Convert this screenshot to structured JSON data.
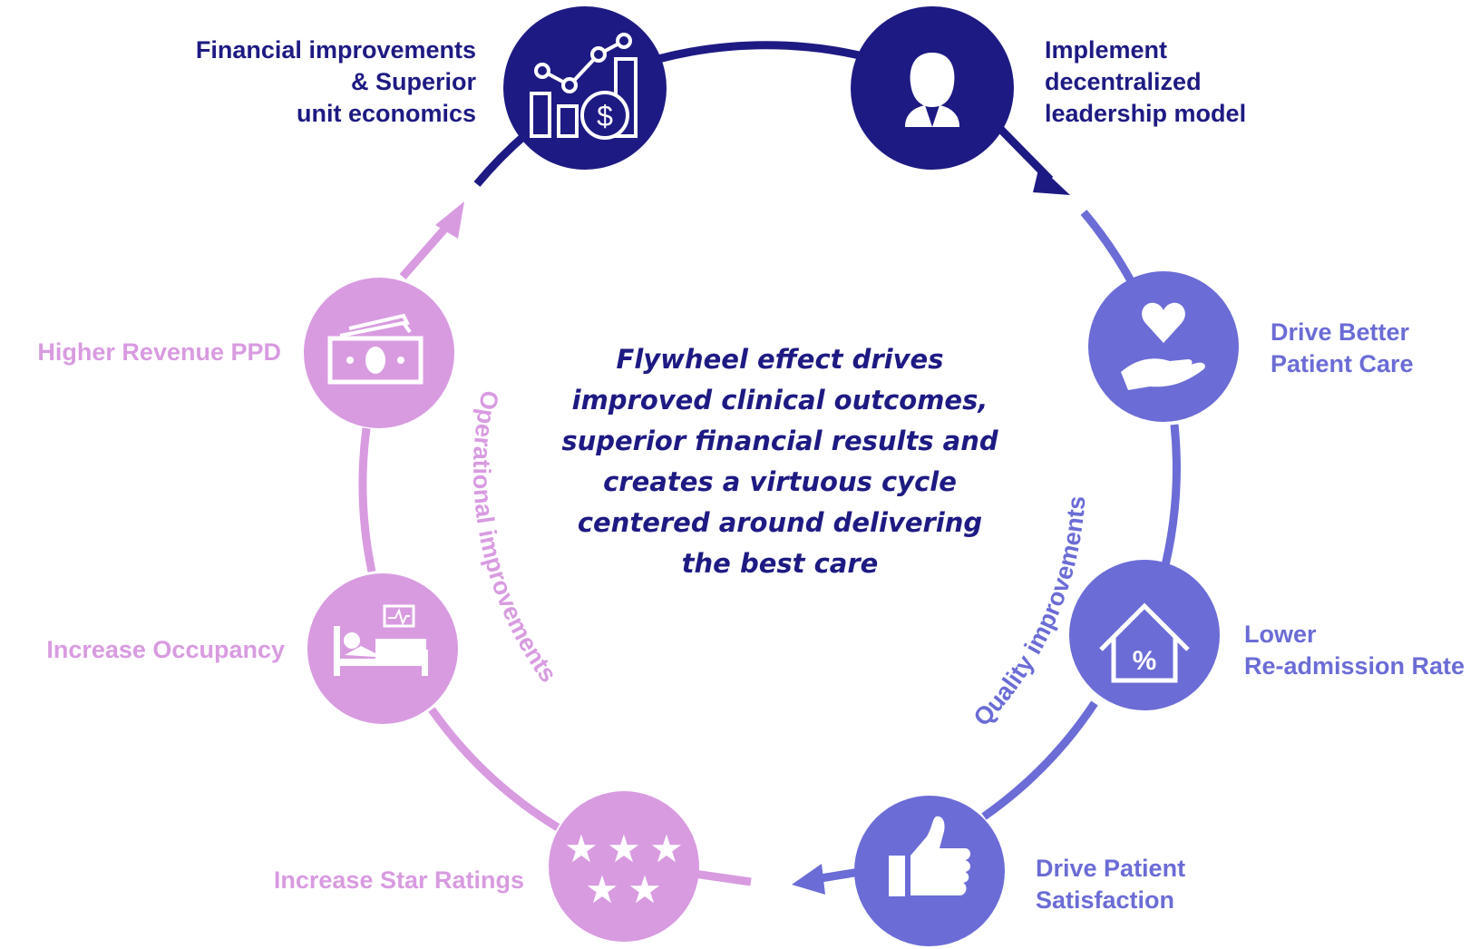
{
  "center_text": [
    "Flywheel effect drives",
    "improved clinical outcomes,",
    "superior financial results and",
    "creates a virtuous cycle",
    "centered around delivering",
    "the best care"
  ],
  "segment_labels": {
    "operational": "Operational improvements",
    "quality": "Quality improvements"
  },
  "nodes": {
    "financial": {
      "lines": [
        "Financial improvements",
        "& Superior",
        "unit economics"
      ],
      "icon": "chart-dollar-icon"
    },
    "leadership": {
      "lines": [
        "Implement",
        "decentralized",
        "leadership model"
      ],
      "icon": "businesswoman-icon"
    },
    "patient_care": {
      "lines": [
        "Drive Better",
        "Patient Care"
      ],
      "icon": "heart-hand-icon"
    },
    "readmission": {
      "lines": [
        "Lower",
        "Re-admission Rate"
      ],
      "icon": "house-percent-icon"
    },
    "satisfaction": {
      "lines": [
        "Drive Patient",
        "Satisfaction"
      ],
      "icon": "thumbs-up-icon"
    },
    "star_ratings": {
      "lines": [
        "Increase Star Ratings"
      ],
      "icon": "stars-icon"
    },
    "occupancy": {
      "lines": [
        "Increase Occupancy"
      ],
      "icon": "hospital-bed-icon"
    },
    "revenue": {
      "lines": [
        "Higher Revenue PPD"
      ],
      "icon": "cash-icon"
    }
  },
  "colors": {
    "dark": "#1e1a83",
    "blue": "#6b6cd6",
    "pink": "#d89be0",
    "icon": "#ffffff"
  }
}
